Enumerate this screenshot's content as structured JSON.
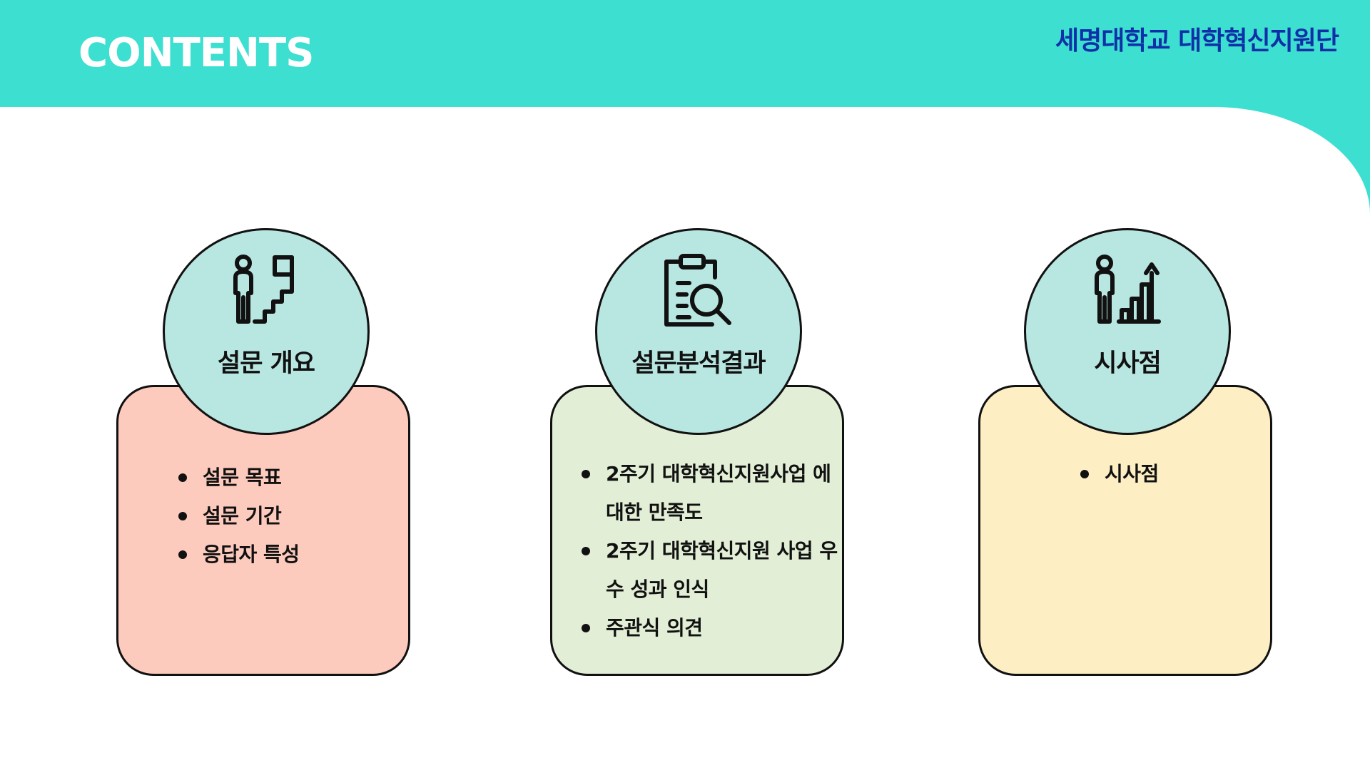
{
  "header": {
    "title": "CONTENTS",
    "organization": "세명대학교 대학혁신지원단"
  },
  "colors": {
    "header_band": "#3ddfd0",
    "organization_text": "#1030a8",
    "circle_fill": "#b8e6e1",
    "card_1_fill": "#fdcbbd",
    "card_2_fill": "#e2efd6",
    "card_3_fill": "#fdefc3"
  },
  "sections": [
    {
      "label": "설문 개요",
      "icon": "person-stairs-flag-icon",
      "items": [
        "설문 목표",
        "설문 기간",
        "응답자 특성"
      ]
    },
    {
      "label": "설문분석결과",
      "icon": "clipboard-magnifier-icon",
      "items": [
        "2주기 대학혁신지원사업 에 대한 만족도",
        "2주기 대학혁신지원 사업 우수 성과 인식",
        "주관식 의견"
      ]
    },
    {
      "label": "시사점",
      "icon": "person-growth-chart-icon",
      "items": [
        "시사점"
      ]
    }
  ]
}
